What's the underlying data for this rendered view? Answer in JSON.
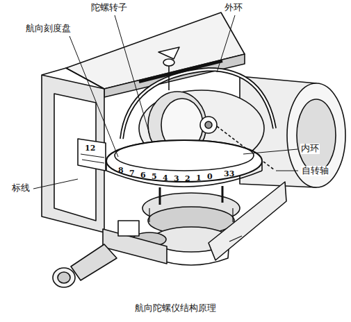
{
  "diagram": {
    "caption": "航向陀螺仪结构原理",
    "labels": [
      "陀螺转子",
      "外环",
      "航向刻度盘",
      "内环",
      "自转轴",
      "标线",
      "12",
      "8",
      "7",
      "6",
      "5",
      "4",
      "3",
      "2",
      "1",
      "0",
      "33"
    ]
  }
}
